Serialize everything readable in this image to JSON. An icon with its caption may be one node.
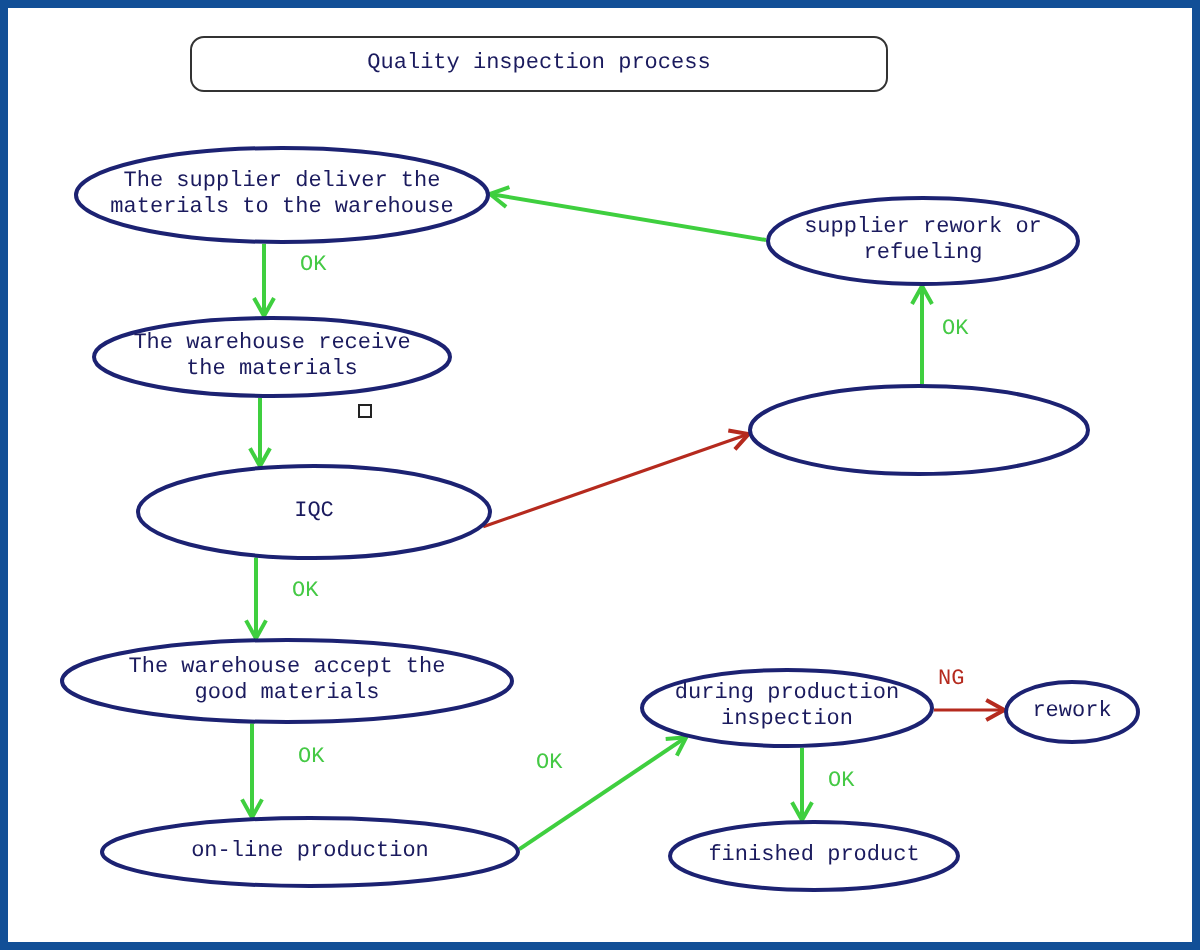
{
  "diagram": {
    "title": "Quality inspection process",
    "nodes": [
      {
        "text": [
          "The supplier deliver the materials to the warehouse"
        ]
      },
      {
        "text": [
          "supplier rework or refueling"
        ]
      },
      {
        "text": [
          "The warehouse receive the materials"
        ]
      },
      {
        "text": [],
        "shape": "ellipse"
      },
      {
        "text": [
          "IQC"
        ]
      },
      {
        "text": [
          "The warehouse accept the good materials"
        ]
      },
      {
        "text": [
          "during production inspection"
        ]
      },
      {
        "text": [
          "rework"
        ]
      },
      {
        "text": [
          "on-line production"
        ]
      },
      {
        "text": [
          "finished product"
        ]
      }
    ],
    "edges": [
      {
        "from": 1,
        "to": 0,
        "arrow": "to"
      },
      {
        "from": 0,
        "to": 2,
        "arrow": "to",
        "label": "OK"
      },
      {
        "from": 2,
        "to": 4,
        "arrow": "to"
      },
      {
        "from": 4,
        "to": 3,
        "arrow": "to",
        "color": "#b52a1e"
      },
      {
        "from": 3,
        "to": 1,
        "arrow": "to",
        "label": "OK"
      },
      {
        "from": 4,
        "to": 5,
        "arrow": "to",
        "label": "OK"
      },
      {
        "from": 5,
        "to": 8,
        "arrow": "to",
        "label": "OK"
      },
      {
        "from": 8,
        "to": 6,
        "arrow": "to",
        "label": "OK"
      },
      {
        "from": 6,
        "to": 7,
        "arrow": "to",
        "label": "NG",
        "color": "#b52a1e"
      },
      {
        "from": 6,
        "to": 9,
        "arrow": "to",
        "label": "OK"
      }
    ]
  }
}
